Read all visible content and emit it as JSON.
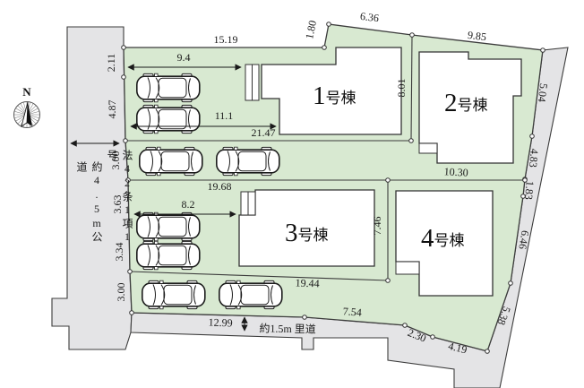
{
  "colors": {
    "lot_green": "#d8e9d1",
    "road_gray": "#e4e4e6",
    "outline": "#3c3c3c",
    "building_fill": "#ffffff",
    "text": "#1a1a1a"
  },
  "compass": {
    "north_label": "N"
  },
  "west_road": {
    "line1": "法42条1項1号",
    "line2": "約4.5m公道"
  },
  "south_road": {
    "label": "約1.5m 里道"
  },
  "buildings": [
    {
      "num": "1",
      "suffix": "号棟"
    },
    {
      "num": "2",
      "suffix": "号棟"
    },
    {
      "num": "3",
      "suffix": "号棟"
    },
    {
      "num": "4",
      "suffix": "号棟"
    }
  ],
  "dimensions": {
    "top_edge": "15.19",
    "carport1_width": "9.4",
    "left_seg1": "2.11",
    "left_seg2": "4.87",
    "left_seg3": "3.00",
    "left_seg4": "3.63",
    "left_seg5": "3.34",
    "left_seg6": "3.00",
    "ne_seg1": "1.80",
    "ne_seg2": "6.36",
    "ne_seg3": "9.85",
    "east_seg1": "5.04",
    "east_seg2": "4.83",
    "east_seg3": "1.83",
    "east_seg4": "6.46",
    "east_seg5": "5.38",
    "lot12_divider": "8.01",
    "carport1b_width": "11.1",
    "mid_band_width": "21.47",
    "lot3_north": "19.68",
    "carport3_width": "8.2",
    "lot34_divider": "7.46",
    "lot4_north": "10.30",
    "lot3_south": "19.44",
    "south_seg1": "12.99",
    "south_seg2": "7.54",
    "south_seg3": "2.30",
    "south_seg4": "4.19"
  }
}
